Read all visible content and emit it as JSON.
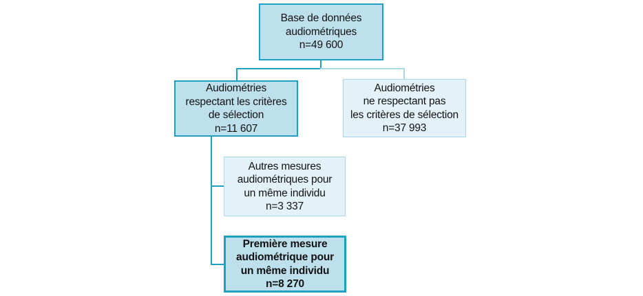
{
  "flowchart": {
    "type": "exclusion-flow-diagram",
    "language": "fr",
    "nodes": {
      "root": {
        "label": "Base de données\naudiométriques\nn=49 600",
        "n": 49600
      },
      "kept": {
        "label": "Audiométries\nrespectant les critères\nde sélection\nn=11 607",
        "n": 11607
      },
      "reject": {
        "label": "Audiométries\nne respectant pas\nles critères de sélection\nn=37 993",
        "n": 37993
      },
      "other": {
        "label": "Autres mesures\naudiométriques pour\nun même individu\nn=3 337",
        "n": 3337
      },
      "first": {
        "label": "Première mesure\naudiométrique pour\nun même individu\nn=8 270",
        "n": 8270
      }
    }
  },
  "colors": {
    "teal": "#1f9fc4",
    "light_fill": "#bde0ec",
    "pale_fill": "#e3f1f8",
    "light_border": "#a7d7e8",
    "text": "#121212"
  }
}
